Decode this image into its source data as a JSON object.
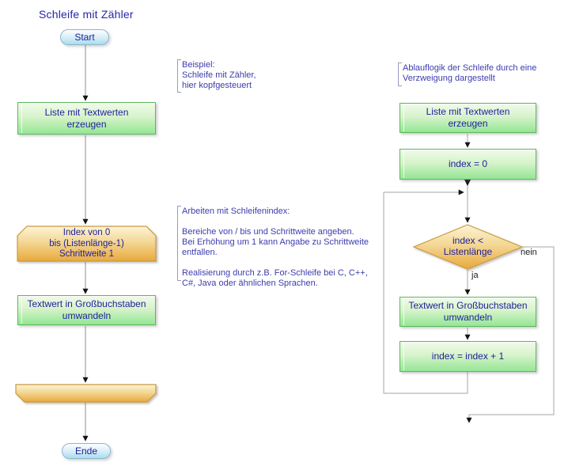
{
  "page": {
    "title": "Schleife mit Zähler"
  },
  "colors": {
    "text_navy": "#21219b",
    "annotation_blue": "#3c3cae",
    "process_green": "#94e694",
    "process_border": "#5db75d",
    "loop_orange": "#e9a93c",
    "loop_border": "#c9993f",
    "terminator_blue": "#aadcee",
    "connector_gray": "#8c8c8c"
  },
  "left_chart": {
    "start": "Start",
    "box_create_list": "Liste mit Textwerten\nerzeugen",
    "loop_header": "Index von 0\nbis (Listenlänge-1)\nSchrittweite 1",
    "box_uppercase": "Textwert in Großbuchstaben\numwandeln",
    "end": "Ende"
  },
  "annotations": {
    "example": "Beispiel:\nSchleife mit Zähler,\nhier kopfgesteuert",
    "loop_index": "Arbeiten mit Schleifenindex:\n\nBereiche von / bis und Schrittweite angeben.\nBei Erhöhung um 1 kann Angabe zu Schrittweite\nentfallen.\n\nRealisierung durch z.B. For-Schleife bei C, C++,\nC#, Java oder ähnlichen Sprachen.",
    "logic": "Ablauflogik der Schleife durch eine\nVerzweigung dargestellt"
  },
  "right_chart": {
    "box_create_list": "Liste mit Textwerten\nerzeugen",
    "box_init": "index = 0",
    "decision": "index <\nListenlänge",
    "label_yes": "ja",
    "label_no": "nein",
    "box_uppercase": "Textwert in Großbuchstaben\numwandeln",
    "box_increment": "index = index + 1"
  }
}
